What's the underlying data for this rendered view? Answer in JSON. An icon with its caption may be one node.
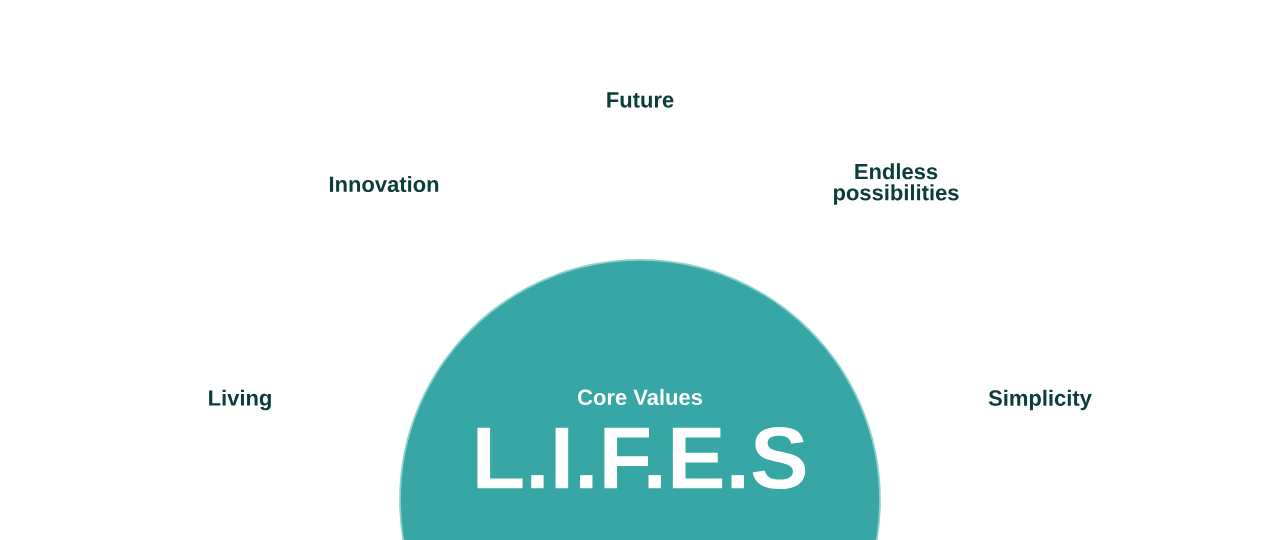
{
  "diagram": {
    "nodes": [
      {
        "text": [
          "Core Values",
          "L.I.F.E.S"
        ]
      }
    ],
    "labels": [
      "Future",
      "Innovation",
      "Endless possibilities",
      "Living",
      "Simplicity"
    ]
  }
}
